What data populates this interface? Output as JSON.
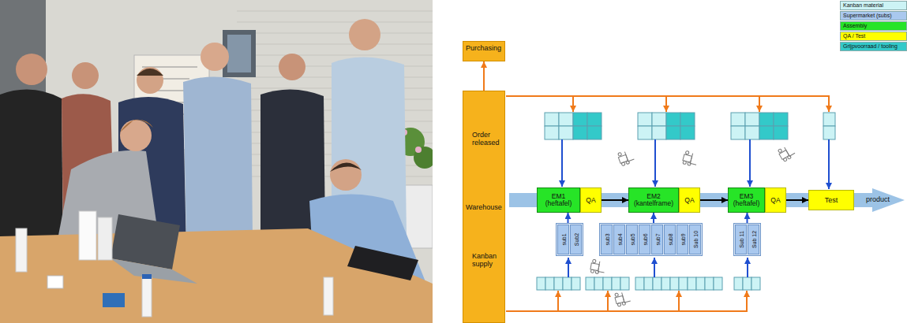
{
  "diagram": {
    "nodes": [
      {
        "text": [
          "Purchasing"
        ]
      },
      {
        "text": [
          "Warehouse"
        ]
      },
      {
        "text": [
          "EM1 (heftafel)"
        ]
      },
      {
        "text": [
          "QA"
        ]
      },
      {
        "text": [
          "EM2 (kantelframe)"
        ]
      },
      {
        "text": [
          "QA"
        ]
      },
      {
        "text": [
          "EM3 (heftafel)"
        ]
      },
      {
        "text": [
          "QA"
        ]
      },
      {
        "text": [
          "Test"
        ]
      },
      {
        "text": [
          "sub1",
          "Sub2"
        ]
      },
      {
        "text": [
          "sub3",
          "sub4",
          "sub5",
          "sub6",
          "sub7",
          "sub8",
          "sub9",
          "Sub 10"
        ]
      },
      {
        "text": [
          "Sub 11",
          "Sub 12"
        ]
      }
    ],
    "edges": [
      {
        "from": 1,
        "to": 0,
        "arrow": "to"
      },
      {
        "from": 3,
        "to": 4,
        "arrow": "to"
      },
      {
        "from": 5,
        "to": 6,
        "arrow": "to"
      },
      {
        "from": 7,
        "to": 8,
        "arrow": "to"
      },
      {
        "from": 9,
        "to": 2,
        "arrow": "to"
      },
      {
        "from": 10,
        "to": 4,
        "arrow": "to"
      },
      {
        "from": 11,
        "to": 6,
        "arrow": "to"
      }
    ],
    "labels": [
      "Order released",
      "Kanban supply",
      "product"
    ],
    "legend": [
      {
        "text": "Kanban material",
        "color": "#ccf3f5"
      },
      {
        "text": "Supermarket (subs)",
        "color": "#a9c8ee"
      },
      {
        "text": "Assembly",
        "color": "#27e427"
      },
      {
        "text": "QA / Test",
        "color": "#ffff00"
      },
      {
        "text": "Grijpvoorraad / tooling",
        "color": "#33c9c9"
      }
    ]
  }
}
